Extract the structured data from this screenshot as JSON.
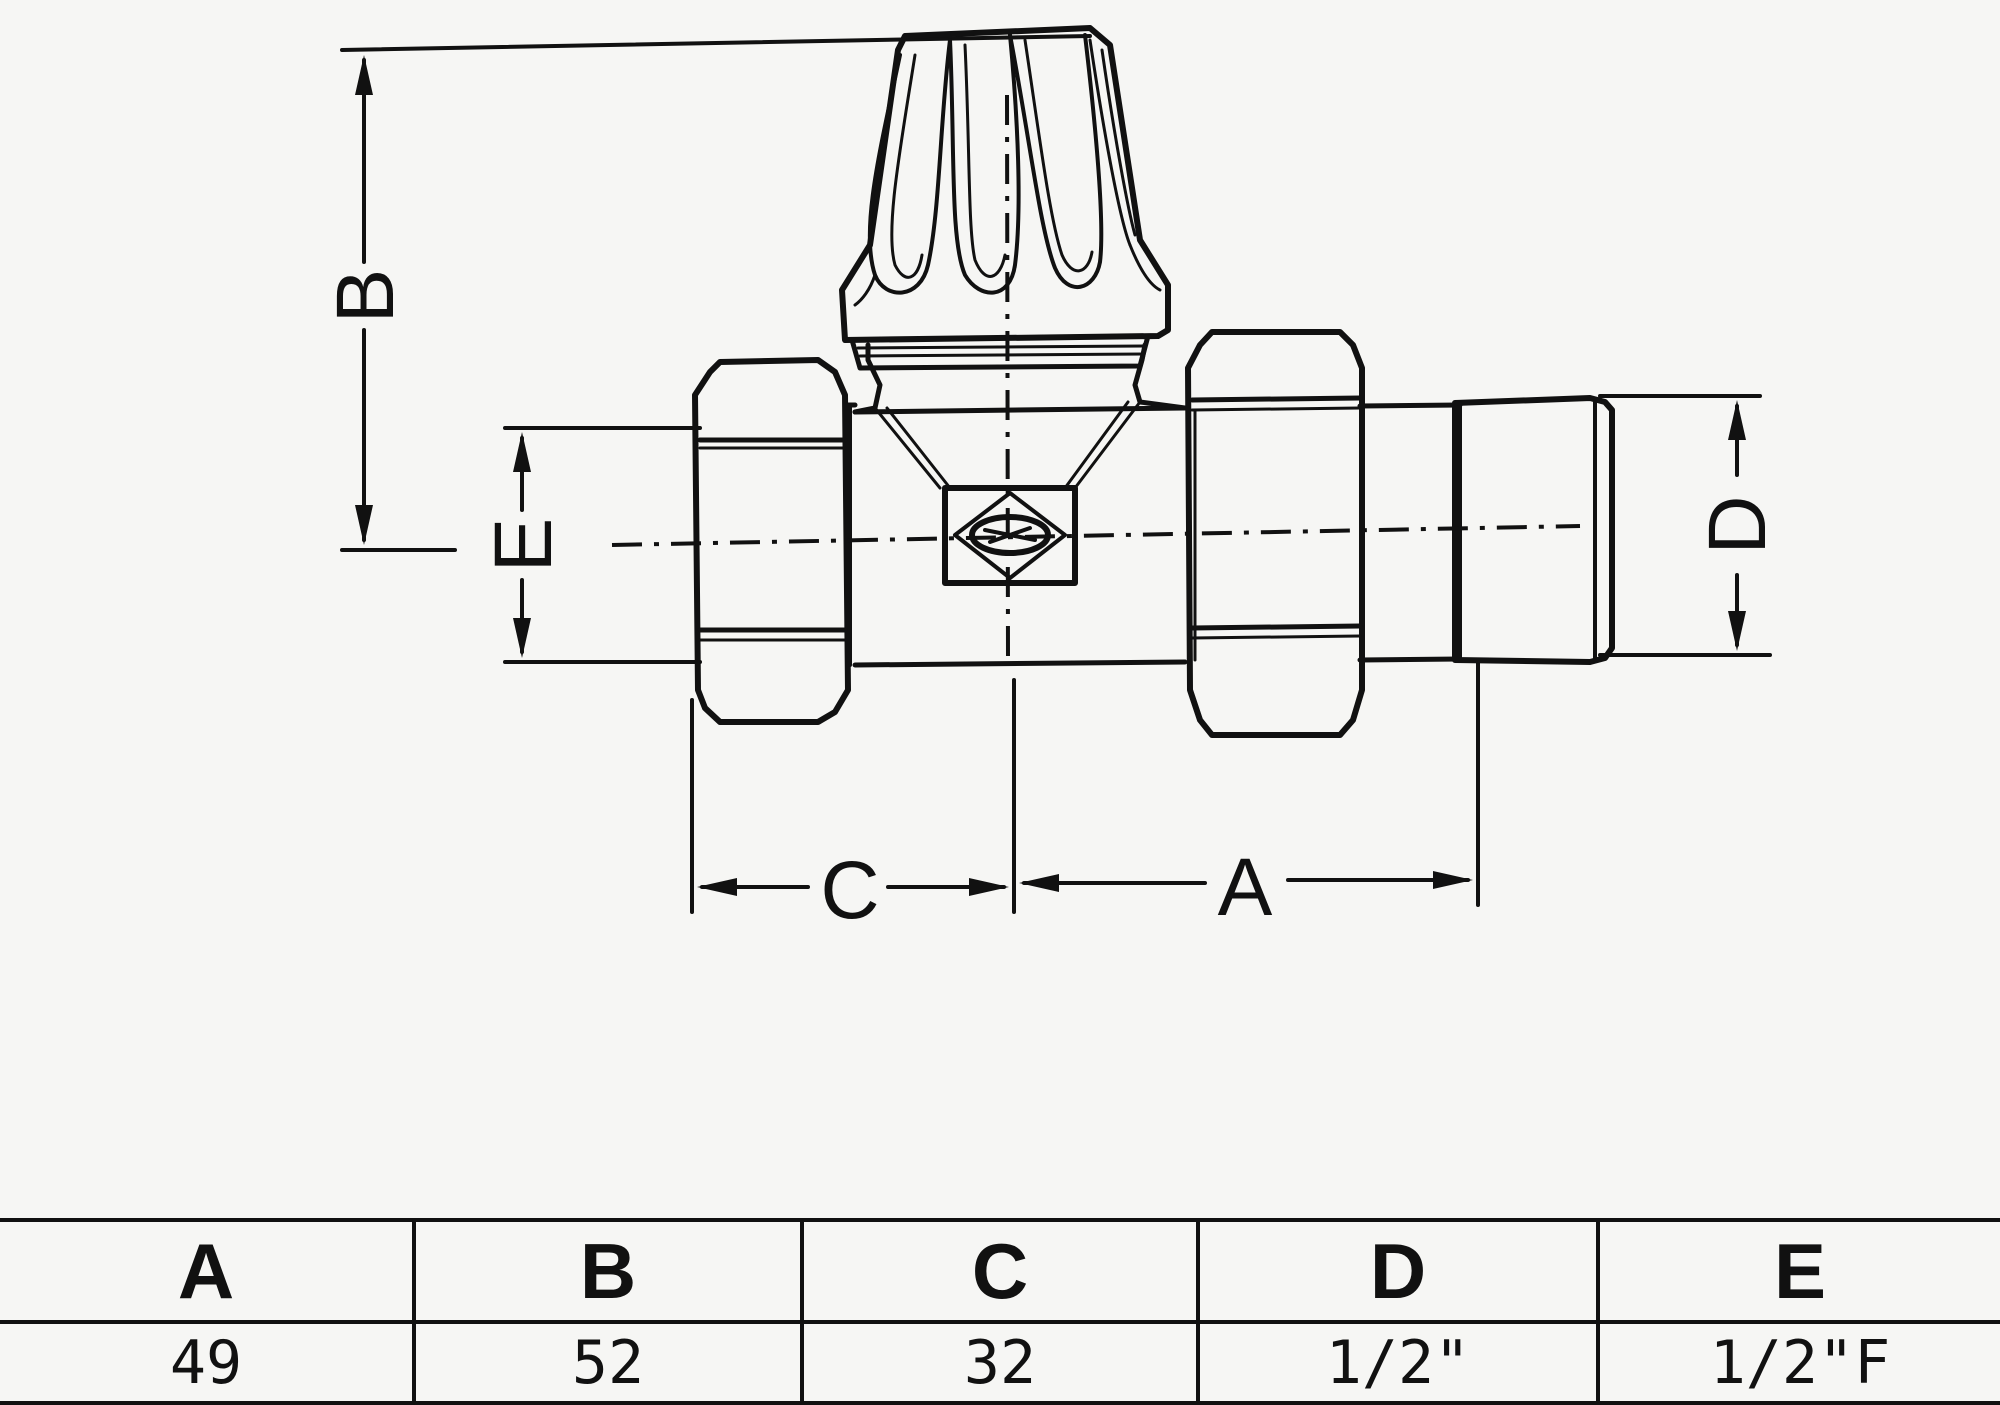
{
  "labels": {
    "A": "A",
    "B": "B",
    "C": "C",
    "D": "D",
    "E": "E"
  },
  "table": {
    "headers": [
      "A",
      "B",
      "C",
      "D",
      "E"
    ],
    "values": [
      "49",
      "52",
      "32",
      "1/2\"",
      "1/2\"F"
    ]
  },
  "colors": {
    "ink": "#111111",
    "paper": "#f6f6f4"
  }
}
